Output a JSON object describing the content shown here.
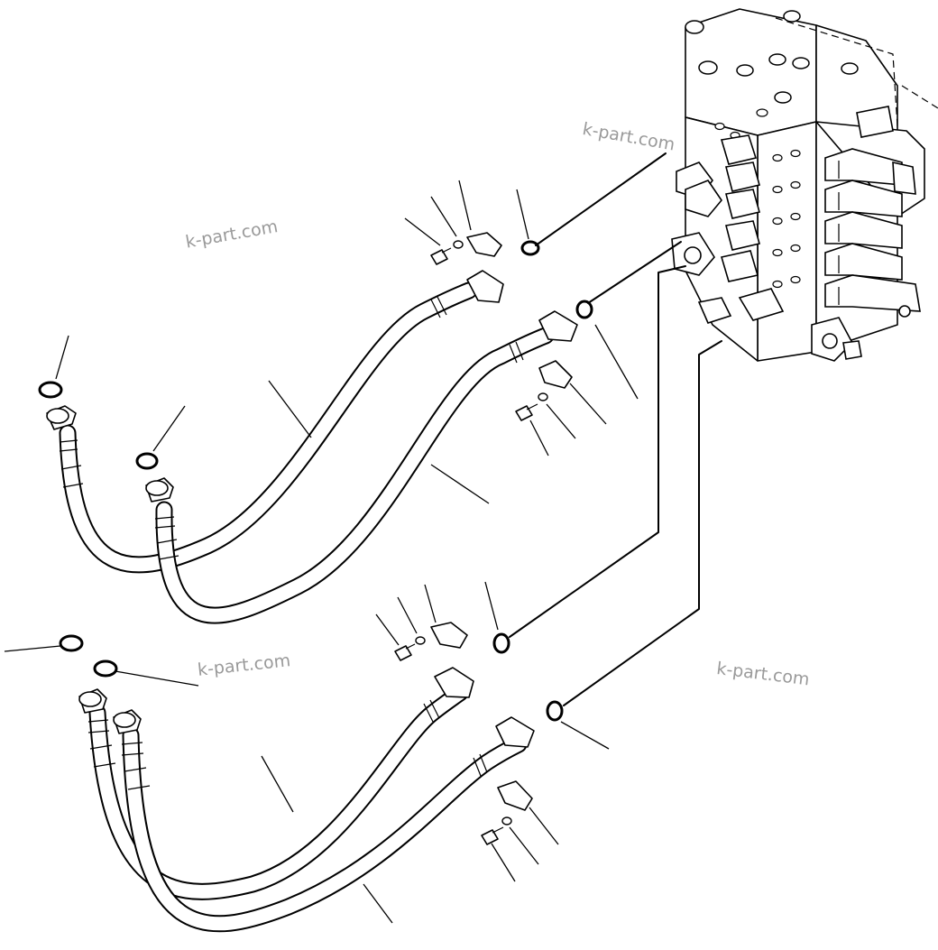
{
  "diagram": {
    "watermarks": [
      "k-part.com",
      "k-part.com",
      "k-part.com",
      "k-part.com"
    ]
  }
}
